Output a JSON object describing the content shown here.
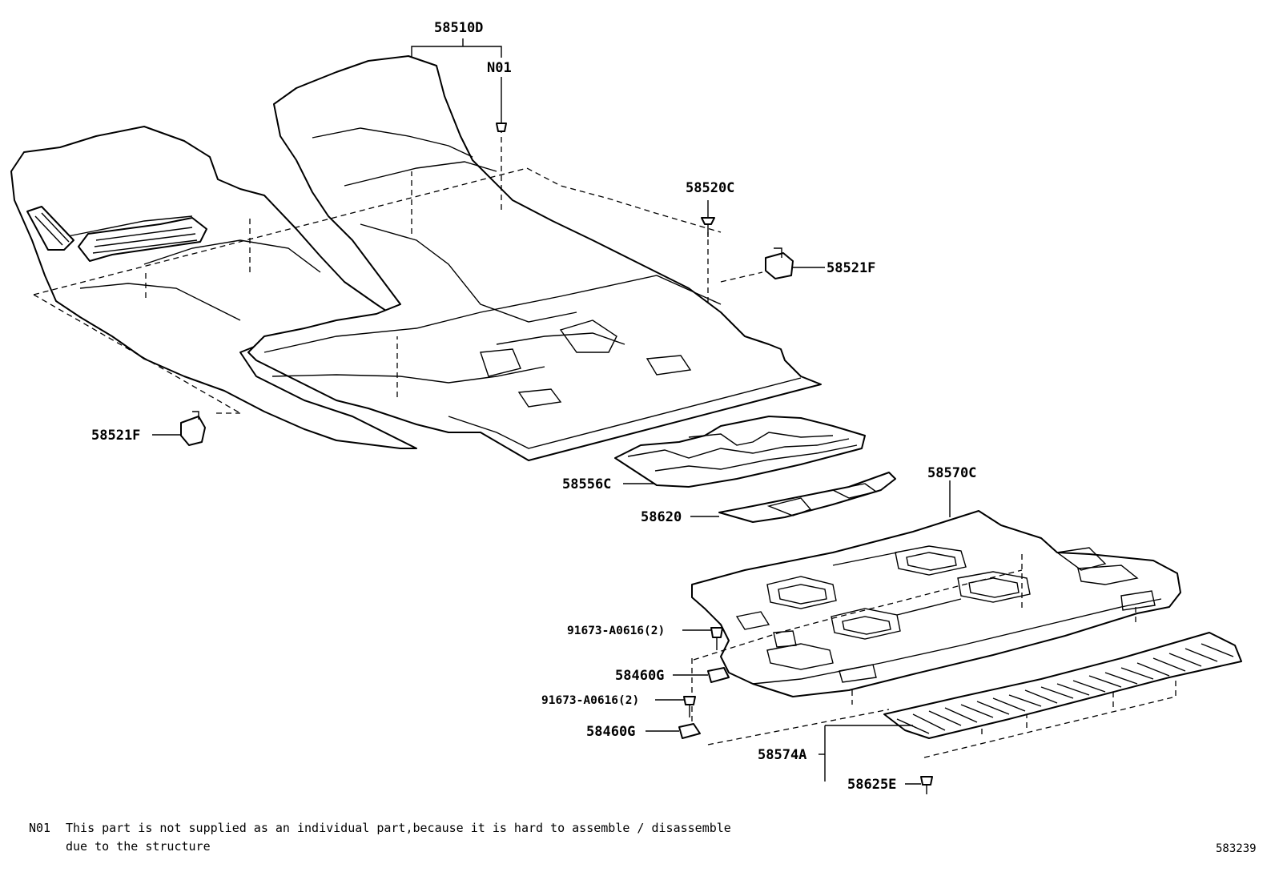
{
  "labels": {
    "p58510D": "58510D",
    "n01": "N01",
    "p58520C": "58520C",
    "p58521F_right": "58521F",
    "p58521F_left": "58521F",
    "p58556C": "58556C",
    "p58570C": "58570C",
    "p58620": "58620",
    "p91673_upper": "91673-A0616(2)",
    "p58460G_upper": "58460G",
    "p91673_lower": "91673-A0616(2)",
    "p58460G_lower": "58460G",
    "p58574A": "58574A",
    "p58625E": "58625E"
  },
  "footnote": {
    "code": "N01",
    "line1": "This part is not supplied as an individual part,because it is hard to assemble / disassemble",
    "line2": "due to the structure"
  },
  "illustration_number": "583239"
}
